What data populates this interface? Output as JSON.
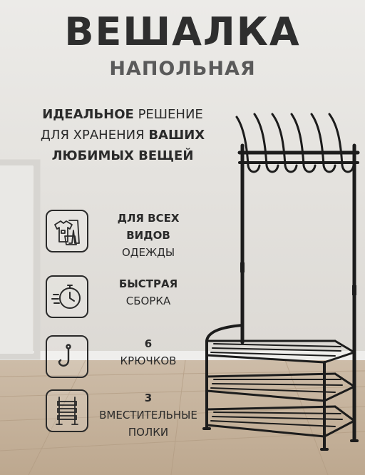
{
  "header": {
    "title": "ВЕШАЛКА",
    "subtitle": "НАПОЛЬНАЯ"
  },
  "tagline": {
    "line1_bold": "ИДЕАЛЬНОЕ",
    "line1_rest": " РЕШЕНИЕ",
    "line2_start": "ДЛЯ ХРАНЕНИЯ ",
    "line2_bold": "ВАШИХ",
    "line3_bold": "ЛЮБИМЫХ ВЕЩЕЙ"
  },
  "features": [
    {
      "icon": "clothes-icon",
      "bold_lines": [
        "ДЛЯ ВСЕХ",
        "ВИДОВ"
      ],
      "regular_lines": [
        "ОДЕЖДЫ"
      ]
    },
    {
      "icon": "stopwatch-icon",
      "bold_lines": [
        "БЫСТРАЯ"
      ],
      "regular_lines": [
        "СБОРКА"
      ]
    },
    {
      "icon": "hook-icon",
      "bold_lines": [
        "6"
      ],
      "regular_lines": [
        "КРЮЧКОВ"
      ]
    },
    {
      "icon": "shelves-icon",
      "bold_lines": [
        "3"
      ],
      "regular_lines": [
        "ВМЕСТИТЕЛЬНЫЕ",
        "ПОЛКИ"
      ]
    }
  ],
  "colors": {
    "wall": "#e6e4e1",
    "floor": "#cbb9a4",
    "metal": "#1c1c1c",
    "text": "#2a2a2a"
  }
}
